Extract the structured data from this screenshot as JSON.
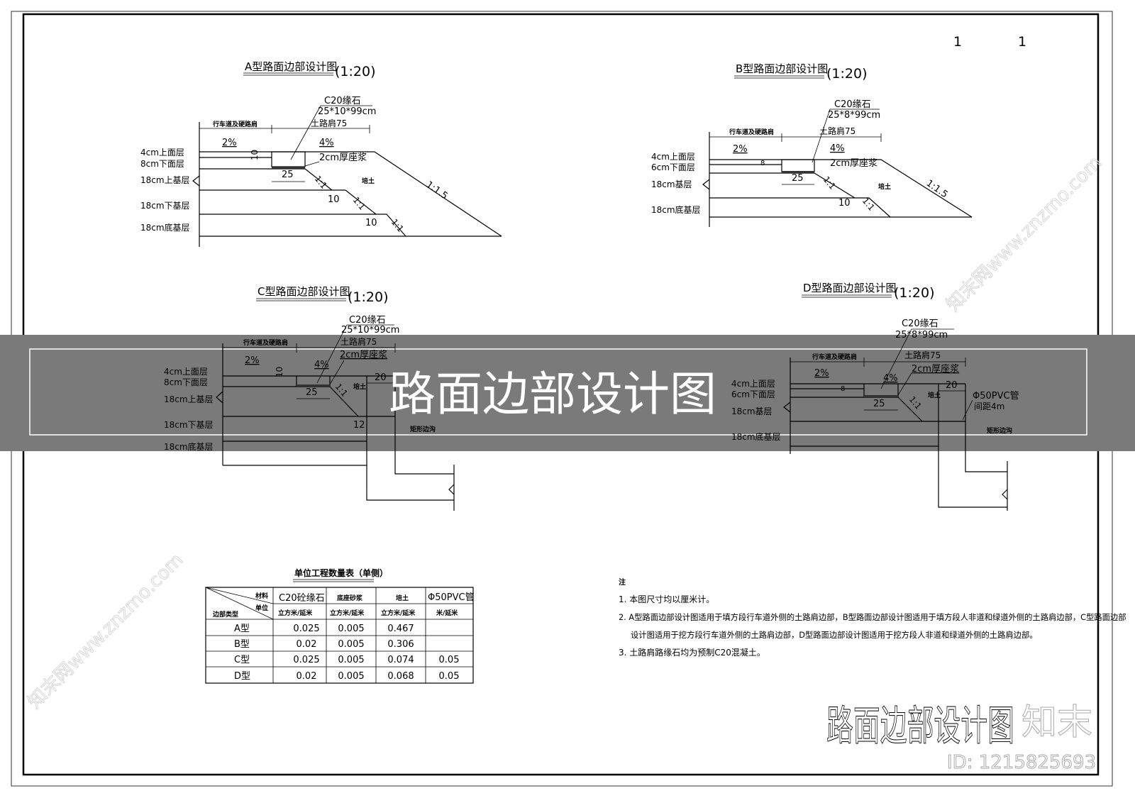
{
  "sheet": {
    "page_numbers": [
      "1",
      "1"
    ],
    "title_block": "路面边部设计图"
  },
  "banner": {
    "title": "路面边部设计图"
  },
  "common": {
    "lane_label": "行车道及硬路肩",
    "shoulder_label": "土路肩75",
    "slope_lane": "2%",
    "slope_shoulder": "4%",
    "mortar_label": "2cm厚座浆",
    "curb_width": "25",
    "fill_label": "培土",
    "slope_1_1": "1:1",
    "slope_1_1_5": "1:1.5",
    "step_10": "10"
  },
  "drawings": {
    "A": {
      "title": "A型路面边部设计图",
      "scale": "(1:20)",
      "curb_label": "C20缘石",
      "curb_size": "25*10*99cm",
      "curb_height": "10",
      "layers": [
        "4cm上面层",
        "8cm下面层",
        "18cm上基层",
        "18cm下基层",
        "18cm底基层"
      ]
    },
    "B": {
      "title": "B型路面边部设计图",
      "scale": "(1:20)",
      "curb_label": "C20缘石",
      "curb_size": "25*8*99cm",
      "curb_height": "8",
      "layers": [
        "4cm上面层",
        "6cm下面层",
        "18cm基层",
        "18cm底基层"
      ]
    },
    "C": {
      "title": "C型路面边部设计图",
      "scale": "(1:20)",
      "curb_label": "C20缘石",
      "curb_size": "25*10*99cm",
      "curb_height": "10",
      "ditch_width": "20",
      "offset": "12",
      "ditch_label": "矩形边沟",
      "layers": [
        "4cm上面层",
        "8cm下面层",
        "18cm上基层",
        "18cm下基层",
        "18cm底基层"
      ]
    },
    "D": {
      "title": "D型路面边部设计图",
      "scale": "(1:20)",
      "curb_label": "C20缘石",
      "curb_size": "25*8*99cm",
      "curb_height": "8",
      "ditch_width": "20",
      "pipe_label": "Φ50PVC管",
      "pipe_spacing": "间距4m",
      "ditch_label": "矩形边沟",
      "layers": [
        "4cm上面层",
        "6cm下面层",
        "18cm基层",
        "18cm底基层"
      ]
    }
  },
  "table": {
    "title": "单位工程数量表（单侧）",
    "corner": {
      "material": "材料",
      "unit": "单位",
      "type": "边部类型"
    },
    "columns": [
      {
        "name": "C20砼缘石",
        "unit": "立方米/延米"
      },
      {
        "name": "底座砂浆",
        "unit": "立方米/延米"
      },
      {
        "name": "培土",
        "unit": "立方米/延米"
      },
      {
        "name": "Φ50PVC管",
        "unit": "米/延米"
      }
    ],
    "rows": [
      {
        "type": "A型",
        "values": [
          "0.025",
          "0.005",
          "0.467",
          ""
        ]
      },
      {
        "type": "B型",
        "values": [
          "0.02",
          "0.005",
          "0.306",
          ""
        ]
      },
      {
        "type": "C型",
        "values": [
          "0.025",
          "0.005",
          "0.074",
          "0.05"
        ]
      },
      {
        "type": "D型",
        "values": [
          "0.02",
          "0.005",
          "0.068",
          "0.05"
        ]
      }
    ]
  },
  "notes": {
    "heading": "注",
    "items": [
      "1. 本图尺寸均以厘米计。",
      "2. A型路面边部设计图适用于填方段行车道外侧的土路肩边部，B型路面边部设计图适用于填方段人非道和绿道外侧的土路肩边部，C型路面边部",
      "设计图适用于挖方段行车道外侧的土路肩边部，D型路面边部设计图适用于挖方段人非道和绿道外侧的土路肩边部。",
      "3. 土路肩路缘石均为预制C20混凝土。"
    ]
  },
  "watermark": {
    "text": "知末网www.znzmo.com",
    "logo": "知末",
    "id": "ID: 1215825693"
  },
  "colors": {
    "banner": "#5f5f5f",
    "line": "#000000",
    "watermark": "#d8d8d8"
  }
}
